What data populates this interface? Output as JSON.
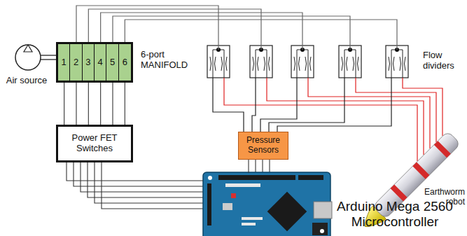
{
  "diagram": {
    "nodes": [
      {
        "text": [
          "6-port MANIFOLD"
        ]
      },
      {
        "text": [
          "1"
        ],
        "in": 0
      },
      {
        "text": [
          "2"
        ],
        "in": 0
      },
      {
        "text": [
          "3"
        ],
        "in": 0
      },
      {
        "text": [
          "4"
        ],
        "in": 0
      },
      {
        "text": [
          "5"
        ],
        "in": 0
      },
      {
        "text": [
          "6"
        ],
        "in": 0
      },
      {
        "text": [
          "Power FET Switches"
        ]
      },
      {
        "text": [
          "Pressure Sensors"
        ]
      },
      {
        "text": [
          "Arduino Mega 2560 Microcontroller"
        ]
      }
    ],
    "edges": [
      {
        "from": 1,
        "to": 7,
        "arrow": "none"
      },
      {
        "from": 2,
        "to": 7,
        "arrow": "none"
      },
      {
        "from": 3,
        "to": 7,
        "arrow": "none"
      },
      {
        "from": 4,
        "to": 7,
        "arrow": "none"
      },
      {
        "from": 5,
        "to": 7,
        "arrow": "none"
      },
      {
        "from": 6,
        "to": 7,
        "arrow": "none"
      },
      {
        "from": 7,
        "to": 9,
        "arrow": "none"
      },
      {
        "from": 8,
        "to": 9,
        "arrow": "none"
      }
    ],
    "labels": [
      "Air source",
      "Flow dividers",
      "Earthworm robot"
    ]
  }
}
